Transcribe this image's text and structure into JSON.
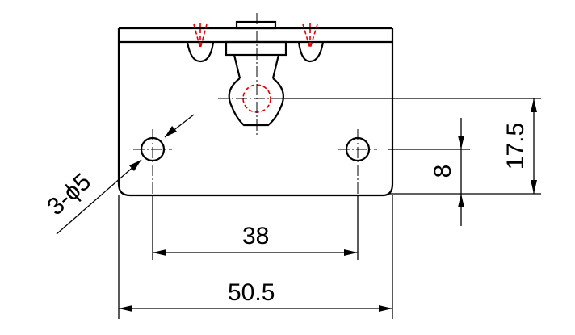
{
  "dimensions": {
    "holes": "3-ϕ5",
    "hole_spacing": "38",
    "overall_width": "50.5",
    "vertical_offset": "8",
    "pivot_height": "17.5"
  }
}
